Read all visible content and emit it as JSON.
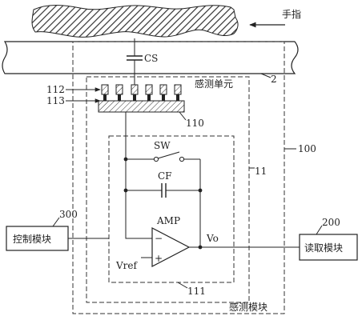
{
  "labels": {
    "finger": "手指",
    "cs": "CS",
    "ref_2": "2",
    "ref_112": "112",
    "ref_113": "113",
    "sensing_unit": "感测单元",
    "ref_110": "110",
    "ref_100": "100",
    "sw": "SW",
    "ref_11": "11",
    "cf": "CF",
    "ref_300": "300",
    "amp": "AMP",
    "ref_200": "200",
    "control_module": "控制模块",
    "vo": "Vo",
    "read_module": "读取模块",
    "vref": "Vref",
    "minus": "−",
    "plus": "+",
    "ref_111": "111",
    "sensing_module": "感测模块"
  }
}
